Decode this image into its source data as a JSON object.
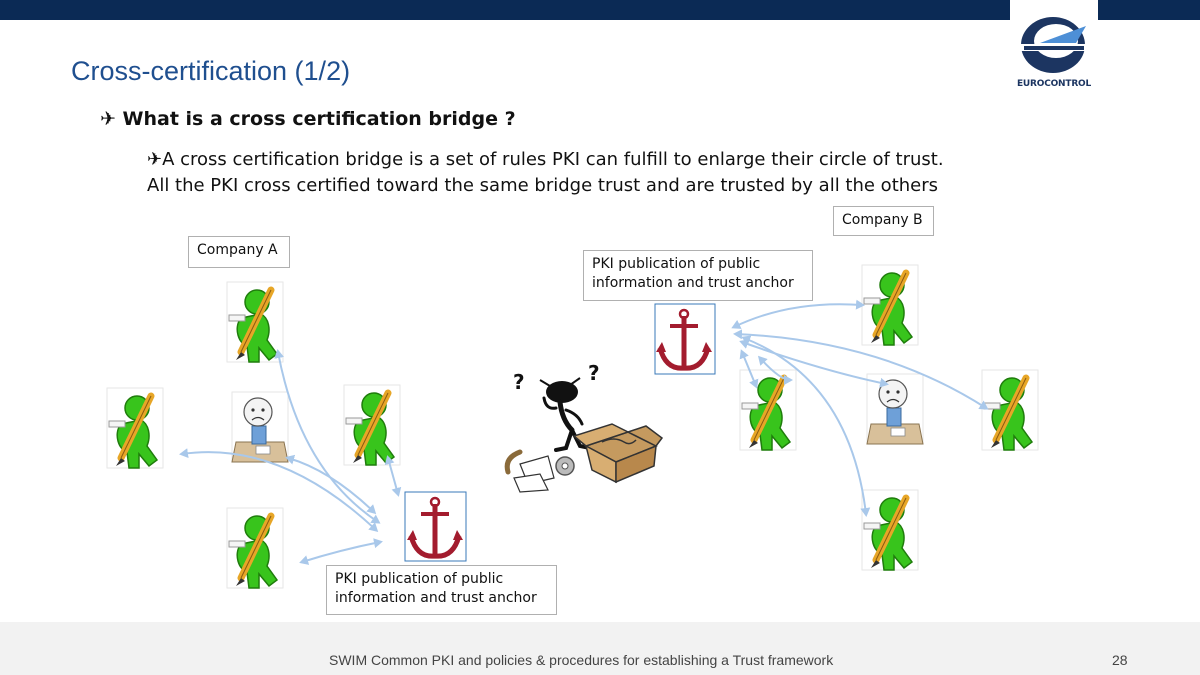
{
  "slide": {
    "title": "Cross-certification (1/2)",
    "bullet_1": "What is a cross certification bridge ?",
    "bullet_2_line1": "A cross certification bridge is a set of rules PKI can fulfill to enlarge their circle of trust.",
    "bullet_2_line2": "All the PKI cross certified toward the same bridge trust and are trusted by all the others",
    "bullet_glyph": "✈"
  },
  "logo": {
    "text": "EUROCONTROL",
    "color": "#1c3561"
  },
  "diagram": {
    "company_a": "Company A",
    "company_b": "Company B",
    "pki_top_line1": "PKI publication of public",
    "pki_top_line2": "information and trust anchor",
    "pki_bottom_line1": "PKI publication of public",
    "pki_bottom_line2": "information and trust anchor",
    "question_marks": [
      "?",
      "?"
    ]
  },
  "footer": {
    "text": "SWIM Common PKI and policies & procedures for establishing a Trust framework",
    "page": "28"
  },
  "colors": {
    "top_bar": "#0b2a55",
    "title": "#1f4f8f",
    "figure_green": "#36c21a",
    "anchor": "#a31c2e",
    "arrow": "#a9c8ea"
  }
}
